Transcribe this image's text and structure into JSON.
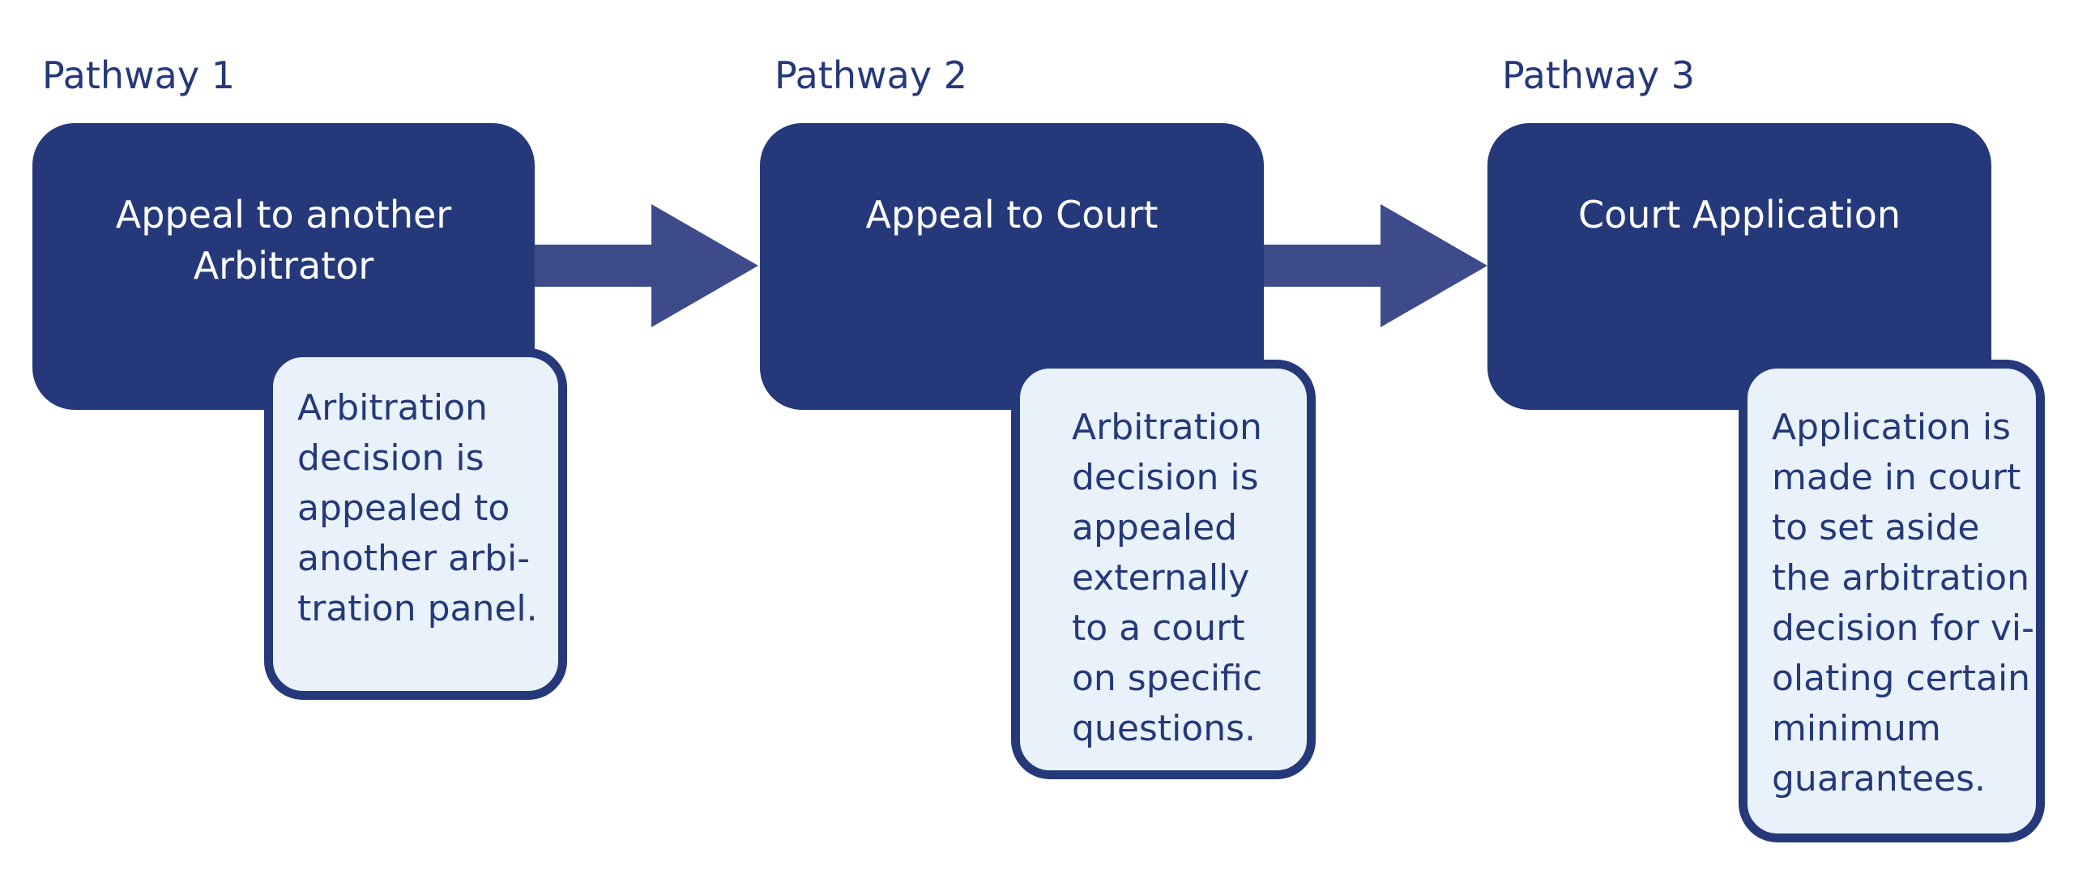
{
  "colors": {
    "box_fill": "#25397a",
    "box_text": "#ffffff",
    "detail_fill": "#e9f2fa",
    "arrow_fill": "#3d4b8a",
    "label_text": "#25397a"
  },
  "pathways": [
    {
      "label": "Pathway 1",
      "title": "Appeal to another\nArbitrator",
      "detail": "Arbitration\ndecision is\nappealed to\nanother arbi-\ntration panel."
    },
    {
      "label": "Pathway 2",
      "title": "Appeal to Court",
      "detail": "Arbitration\ndecision is\nappealed\nexternally\nto a court\non specific\nquestions."
    },
    {
      "label": "Pathway 3",
      "title": "Court Application",
      "detail": "Application is\nmade in court\nto set aside\nthe arbitration\ndecision for vi-\nolating certain\nminimum\nguarantees."
    }
  ],
  "arrows": [
    {
      "from": "Pathway 1",
      "to": "Pathway 2",
      "icon": "right-arrow-icon"
    },
    {
      "from": "Pathway 2",
      "to": "Pathway 3",
      "icon": "right-arrow-icon"
    }
  ]
}
